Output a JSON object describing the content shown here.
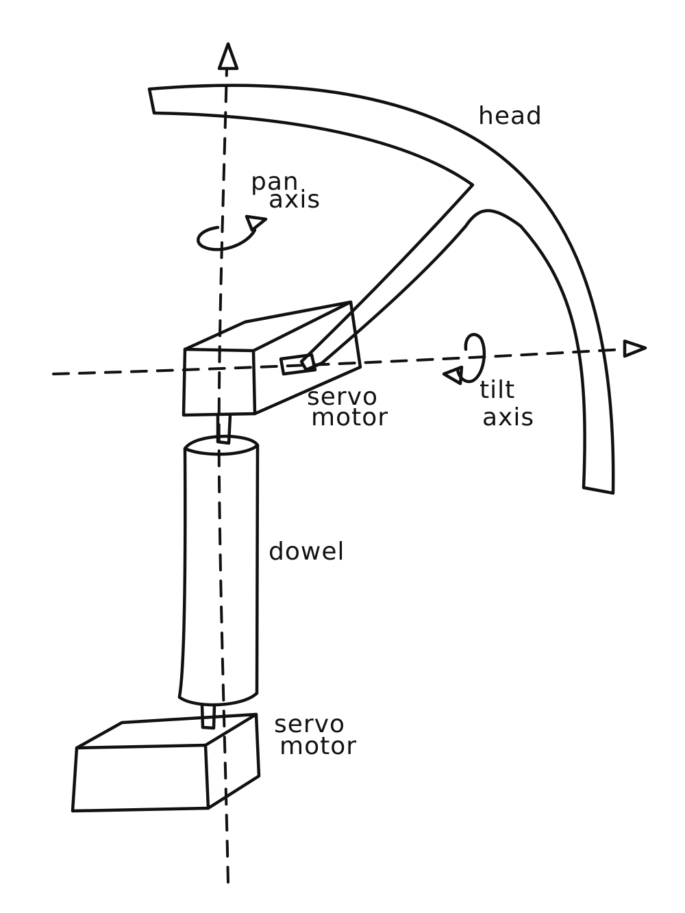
{
  "colors": {
    "ink": "#111111",
    "paper": "#ffffff",
    "head_fill": "#dcdcdc"
  },
  "labels": {
    "head": "head",
    "pan_axis_line1": "pan",
    "pan_axis_line2": "axis",
    "servo_top_line1": "servo",
    "servo_top_line2": "motor",
    "tilt_axis_line1": "tilt",
    "tilt_axis_line2": "axis",
    "dowel": "dowel",
    "servo_bottom_line1": "servo",
    "servo_bottom_line2": "motor"
  }
}
